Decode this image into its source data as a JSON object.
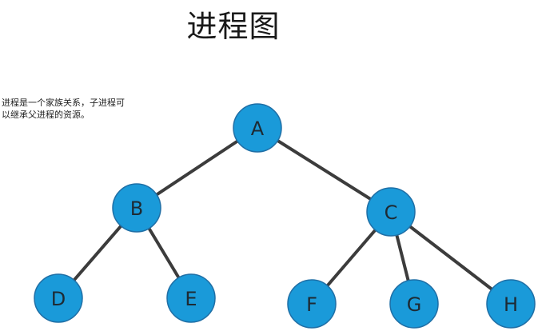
{
  "title": "进程图",
  "note": "进程是一个家族关系，子进程可以继承父进程的资源。",
  "colors": {
    "node_fill": "#1a9ad9",
    "node_stroke": "#1f6fa6",
    "edge": "#3c3c3c",
    "label": "#1e2a33"
  },
  "tree": {
    "nodes": [
      {
        "id": "A",
        "label": "A"
      },
      {
        "id": "B",
        "label": "B"
      },
      {
        "id": "C",
        "label": "C"
      },
      {
        "id": "D",
        "label": "D"
      },
      {
        "id": "E",
        "label": "E"
      },
      {
        "id": "F",
        "label": "F"
      },
      {
        "id": "G",
        "label": "G"
      },
      {
        "id": "H",
        "label": "H"
      }
    ],
    "edges": [
      {
        "from": "A",
        "to": "B"
      },
      {
        "from": "A",
        "to": "C"
      },
      {
        "from": "B",
        "to": "D"
      },
      {
        "from": "B",
        "to": "E"
      },
      {
        "from": "C",
        "to": "F"
      },
      {
        "from": "C",
        "to": "G"
      },
      {
        "from": "C",
        "to": "H"
      }
    ]
  }
}
